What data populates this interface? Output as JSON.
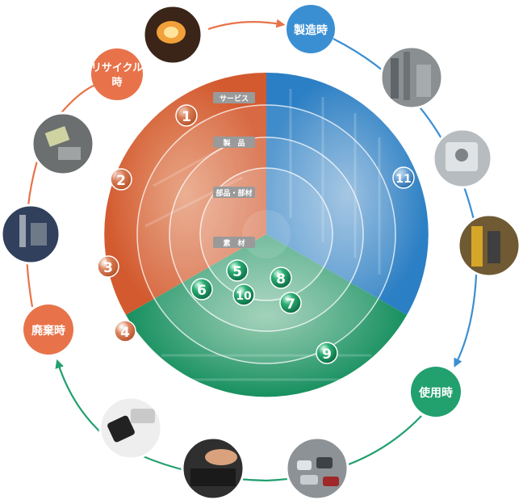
{
  "stages": {
    "manufacturing": "製造時",
    "use": "使用時",
    "disposal": "廃棄時",
    "recycling_line1": "リサイクル",
    "recycling_line2": "時"
  },
  "rings": {
    "service": "サービス",
    "product": "製　品",
    "parts": "部品・部材",
    "material": "素　材"
  },
  "numbers": {
    "n1": "1",
    "n2": "2",
    "n3": "3",
    "n4": "4",
    "n5": "5",
    "n6": "6",
    "n7": "7",
    "n8": "8",
    "n9": "9",
    "n10": "10",
    "n11": "11"
  },
  "colors": {
    "recycle_orange": "#e8734a",
    "manufacturing_blue": "#3a8fd3",
    "use_green": "#22a06e",
    "orange_sector": "#d9663c",
    "blue_sector": "#2e86c9",
    "green_sector": "#1d9a68"
  },
  "photos": [
    "molten-metal-photo",
    "factory-photo-1",
    "factory-photo-2",
    "factory-photo-3",
    "traffic-photo",
    "keyboard-photo",
    "mobile-phone-photo",
    "smokestack-photo",
    "ewaste-photo"
  ]
}
